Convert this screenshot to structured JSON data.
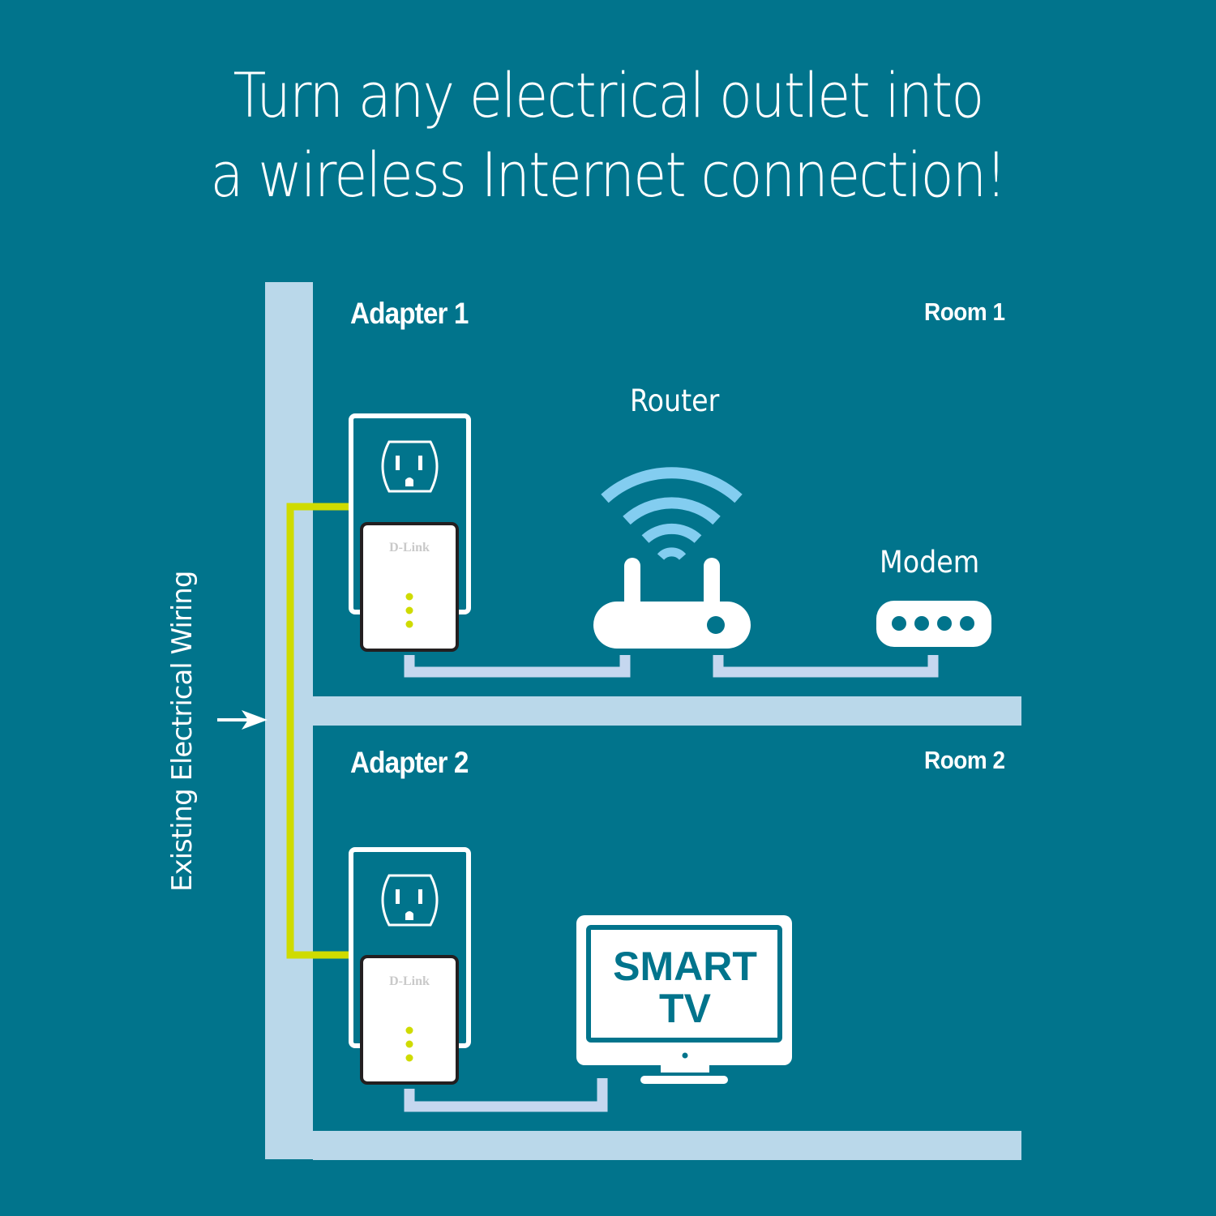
{
  "headline": {
    "line1": "Turn any electrical outlet into",
    "line2": "a wireless Internet connection!"
  },
  "rooms": [
    {
      "name": "Room 1",
      "adapter_label": "Adapter 1",
      "adapter_brand": "D-Link",
      "devices": [
        {
          "label": "Router",
          "icon": "router-wifi-icon"
        },
        {
          "label": "Modem",
          "icon": "modem-icon"
        }
      ]
    },
    {
      "name": "Room 2",
      "adapter_label": "Adapter 2",
      "adapter_brand": "D-Link",
      "devices": [
        {
          "label_line1": "SMART",
          "label_line2": "TV",
          "icon": "smart-tv-icon"
        }
      ]
    }
  ],
  "wiring": {
    "label": "Existing Electrical Wiring",
    "icon": "arrow-right-icon"
  },
  "colors": {
    "background": "#01748c",
    "wall": "#bad8ea",
    "powerline": "#cfdb00",
    "ethernet": "#c5d7ef",
    "wifi": "#83cdf0",
    "device": "#ffffff",
    "led": "#cfdb00"
  }
}
